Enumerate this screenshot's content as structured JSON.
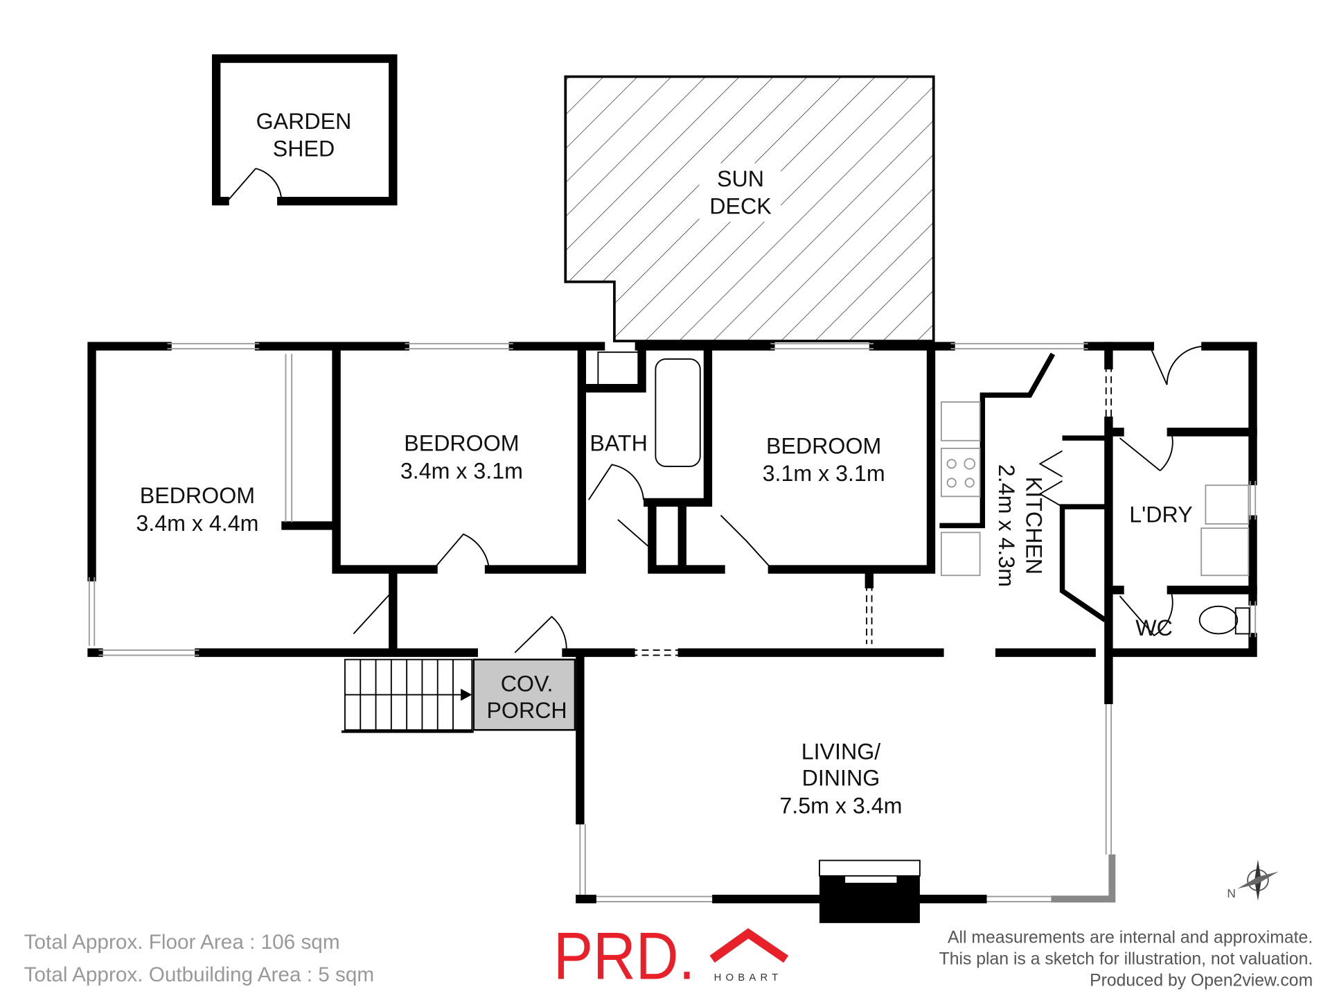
{
  "rooms": {
    "garden_shed": [
      "GARDEN",
      "SHED"
    ],
    "sun_deck": [
      "SUN",
      "DECK"
    ],
    "bedroom_1": {
      "name": "BEDROOM",
      "size": "3.4m x 4.4m"
    },
    "bedroom_2": {
      "name": "BEDROOM",
      "size": "3.4m x 3.1m"
    },
    "bath": "BATH",
    "bedroom_3": {
      "name": "BEDROOM",
      "size": "3.1m x 3.1m"
    },
    "kitchen": {
      "name": "KITCHEN",
      "size": "2.4m x 4.3m"
    },
    "laundry": "L'DRY",
    "wc": "WC",
    "cov_porch": [
      "COV.",
      "PORCH"
    ],
    "living": {
      "name": [
        "LIVING/",
        "DINING"
      ],
      "size": "7.5m x 3.4m"
    }
  },
  "footer": {
    "floor_area": "Total Approx. Floor Area : 106 sqm",
    "outbuilding_area": "Total Approx. Outbuilding Area : 5 sqm",
    "disclaimer_1": "All measurements are internal and approximate.",
    "disclaimer_2": "This plan is a sketch for illustration, not valuation.",
    "produced_by": "Produced by Open2view.com"
  },
  "logo": {
    "text": "PRD.",
    "sub": "HOBART",
    "color": "#e8202a"
  },
  "colors": {
    "wall": "#000000",
    "porch_fill": "#c8c8c8"
  }
}
